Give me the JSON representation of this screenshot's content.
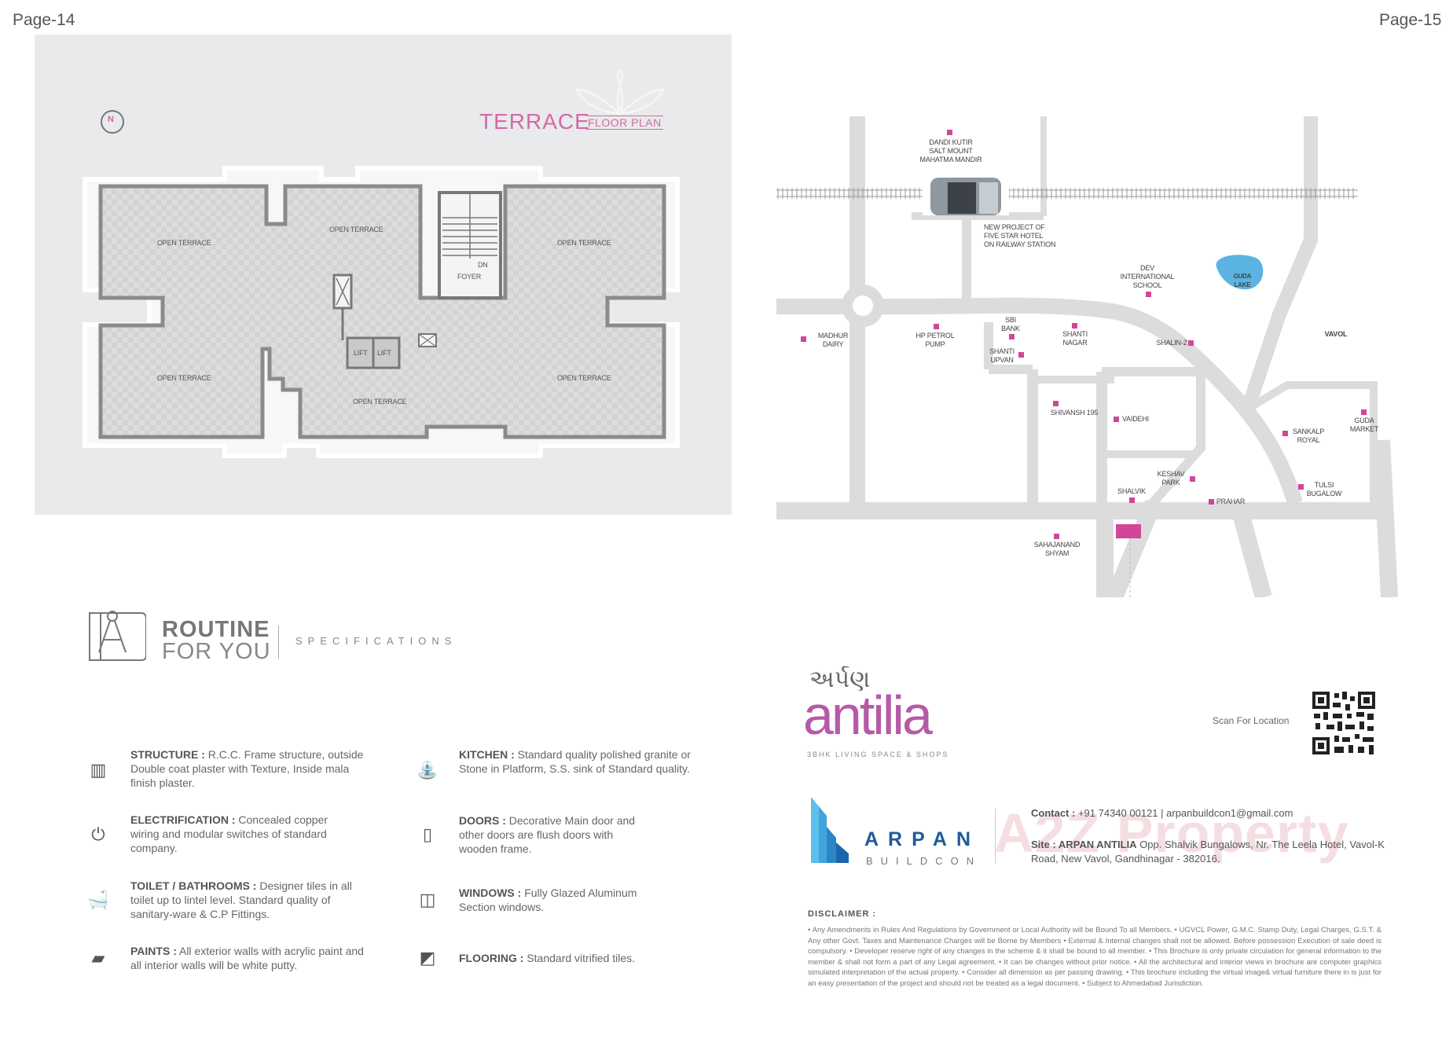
{
  "pages": {
    "left": "Page-14",
    "right": "Page-15"
  },
  "floor_plan": {
    "title": "TERRACE",
    "subtitle": "FLOOR PLAN",
    "compass": "N",
    "rooms": {
      "open_terrace_tl": "OPEN TERRACE",
      "open_terrace_tc": "OPEN TERRACE",
      "open_terrace_tr": "OPEN TERRACE",
      "open_terrace_bl": "OPEN TERRACE",
      "open_terrace_bc": "OPEN TERRACE",
      "open_terrace_br": "OPEN TERRACE",
      "dn": "DN",
      "foyer": "FOYER",
      "lift1": "LIFT",
      "lift2": "LIFT"
    }
  },
  "map": {
    "labels": {
      "dandi": "DANDI KUTIR\nSALT MOUNT\nMAHATMA MANDIR",
      "hotel": "NEW PROJECT OF\nFIVE STAR HOTEL\nON RAILWAY STATION",
      "dev": "DEV\nINTERNATIONAL\nSCHOOL",
      "guda_lake": "GUDA\nLAKE",
      "vavol": "VAVOL",
      "madhur": "MADHUR\nDAIRY",
      "hp": "HP PETROL\nPUMP",
      "sbi": "SBI\nBANK",
      "shanti_upvan": "SHANTI\nUPVAN",
      "shanti_nagar": "SHANTI\nNAGAR",
      "shalin": "SHALIN-2",
      "shivansh": "SHIVANSH 195",
      "vaidehi": "VAIDEHI",
      "guda_market": "GUDA\nMARKET",
      "sankalp": "SANKALP\nROYAL",
      "keshav": "KESHAV\nPARK",
      "shalvik": "SHALVIK",
      "prahar": "PRAHAR",
      "tulsi": "TULSI\nBUGALOW",
      "sahajanand": "SAHAJANAND\nSHYAM"
    }
  },
  "specs": {
    "title": "ROUTINE",
    "subtitle": "FOR YOU",
    "tag": "SPECIFICATIONS",
    "items": [
      {
        "label": "STRUCTURE :",
        "text": " R.C.C. Frame structure, outside Double coat plaster with Texture, Inside mala finish plaster."
      },
      {
        "label": "KITCHEN :",
        "text": " Standard quality polished granite or Stone in Platform, S.S. sink of Standard quality."
      },
      {
        "label": "ELECTRIFICATION :",
        "text": " Concealed copper wiring and modular switches of standard company."
      },
      {
        "label": "DOORS :",
        "text": " Decorative Main door and other doors are flush doors with wooden frame."
      },
      {
        "label": "TOILET / BATHROOMS :",
        "text": " Designer tiles in all toilet up to lintel level. Standard quality of sanitary-ware & C.P Fittings."
      },
      {
        "label": "WINDOWS :",
        "text": " Fully Glazed Aluminum Section windows."
      },
      {
        "label": "PAINTS :",
        "text": " All exterior walls with acrylic paint and all interior walls will be white putty."
      },
      {
        "label": "FLOORING :",
        "text": " Standard vitrified tiles."
      }
    ]
  },
  "brand": {
    "script": "અર્પણ",
    "word": "antilia",
    "tagline": "3BHK LIVING SPACE & SHOPS",
    "scan": "Scan For Location",
    "company": "ARPAN",
    "company_sub": "BUILDCON",
    "contact_label": "Contact :",
    "contact_value": " +91 74340 00121 | arpanbuildcon1@gmail.com",
    "site_label": "Site : ARPAN ANTILIA",
    "site_value": " Opp. Shalvik Bungalows, Nr. The Leela Hotel, Vavol-K Road, New Vavol, Gandhinagar - 382016.",
    "watermark": "A2Z Property"
  },
  "disclaimer": {
    "title": "DISCLAIMER :",
    "text": "• Any Amendments in Rules And Regulations by Government or Local Authority will be Bound To all Members. • UGVCL Power, G.M.C. Stamp Duty, Legal Charges, G.S.T. & Any other Govt. Taxes and Maintenance Charges will be Borne by Members • External & Internal changes shall not be allowed. Before possession Execution of sale deed is compulsory. • Developer reserve right of any changes in the scheme & it shall be bound to all member. • This Brochure is only private circulation for general information to the member & shall not form a part of any Legal agreement. • It can be changes without prior notice. • All the architectural and interior views in brochure are computer graphics simulated interpretation of the actual property. • Consider all dimension as per passing drawing. • This brochure including the virtual image& virtual furniture there in is just for an easy presentation of the project and should not be treated as a legal document. • Subject to Ahmedabad Jurisdiction."
  },
  "colors": {
    "accent": "#d469a6",
    "brand_blue": "#1e6fb3",
    "lake": "#3aa7df"
  }
}
